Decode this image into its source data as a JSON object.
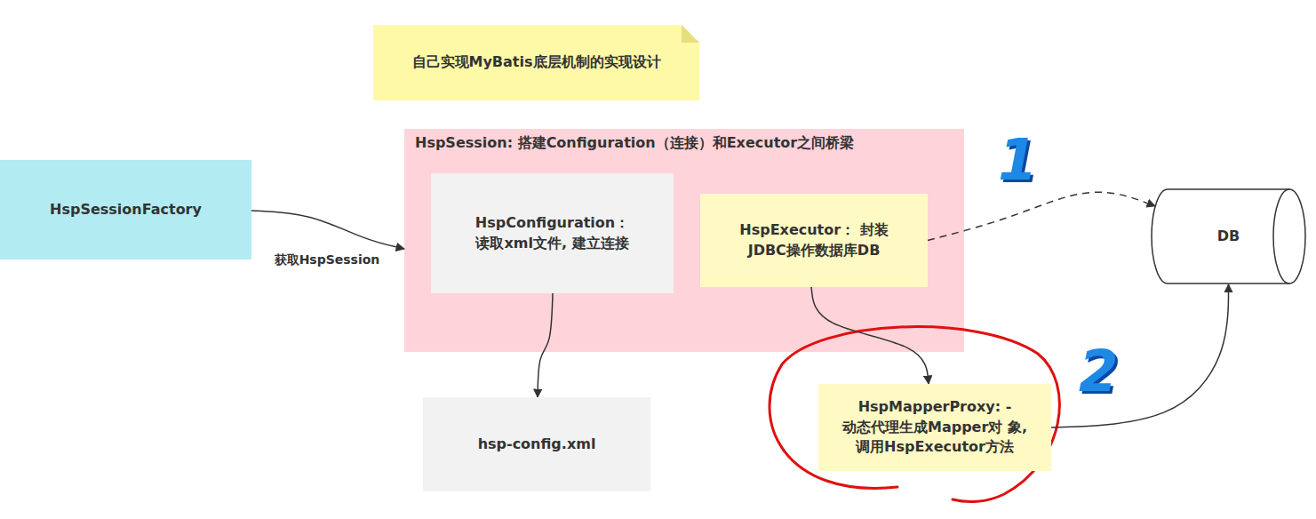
{
  "diagram": {
    "title": "自己实现MyBatis底层机制的实现设计",
    "nodes": [
      {
        "text": [
          "HspSessionFactory"
        ]
      },
      {
        "text": [
          "HspSession: 搭建Configuration（连接）和Executor之间桥梁"
        ]
      },
      {
        "text": [
          "HspConfiguration： 读取xml文件, 建立连接"
        ],
        "in": 1
      },
      {
        "text": [
          "HspExecutor： 封装 JDBC操作数据库DB"
        ],
        "in": 1
      },
      {
        "text": [
          "hsp-config.xml"
        ]
      },
      {
        "text": [
          "HspMapperProxy: -动态代理生成Mapper对 象,调用HspExecutor方法"
        ]
      },
      {
        "text": [
          "DB"
        ]
      }
    ],
    "edges": [
      {
        "from": 0,
        "to": 1,
        "label": "获取HspSession",
        "arrow": "to"
      },
      {
        "from": 2,
        "to": 4,
        "arrow": "to"
      },
      {
        "from": 3,
        "to": 6,
        "arrow": "to"
      },
      {
        "from": 3,
        "to": 5,
        "arrow": "to"
      },
      {
        "from": 5,
        "to": 6,
        "arrow": "to"
      }
    ],
    "labels": [
      "1",
      "2"
    ]
  }
}
